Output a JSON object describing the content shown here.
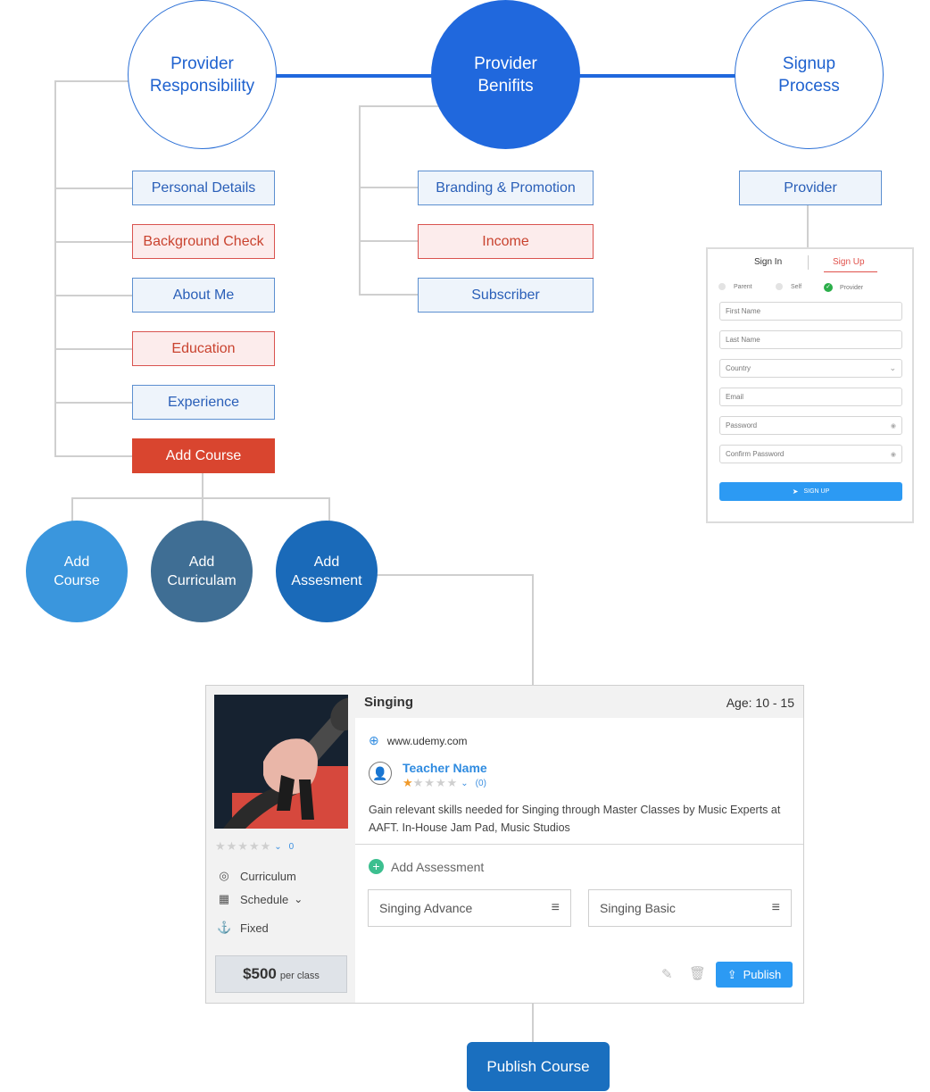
{
  "top": {
    "responsibility": {
      "line1": "Provider",
      "line2": "Responsibility"
    },
    "benefits": {
      "line1": "Provider",
      "line2": "Benifits"
    },
    "signup": {
      "line1": "Signup",
      "line2": "Process"
    }
  },
  "responsibility_items": {
    "personal": "Personal Details",
    "background": "Background Check",
    "about": "About Me",
    "education": "Education",
    "experience": "Experience",
    "add_course": "Add Course"
  },
  "benefit_items": {
    "branding": "Branding & Promotion",
    "income": "Income",
    "subscriber": "Subscriber"
  },
  "signup_items": {
    "provider": "Provider"
  },
  "course_steps": {
    "add_course": {
      "line1": "Add",
      "line2": "Course"
    },
    "curriculam": {
      "line1": "Add",
      "line2": "Curriculam"
    },
    "assesment": {
      "line1": "Add",
      "line2": "Assesment"
    }
  },
  "signup_panel": {
    "tab_sign_in": "Sign In",
    "tab_sign_up": "Sign Up",
    "radio_parent": "Parent",
    "radio_self": "Self",
    "radio_provider": "Provider",
    "first_name": "First Name",
    "last_name": "Last Name",
    "country": "Country",
    "email": "Email",
    "password": "Password",
    "confirm_password": "Confirm Password",
    "signup_button": "SIGN UP"
  },
  "course_card": {
    "title": "Singing",
    "age": "Age: 10 - 15",
    "website": "www.udemy.com",
    "teacher": "Teacher Name",
    "teacher_rating_count": "(0)",
    "teacher_rating": 1,
    "description": "Gain relevant skills needed for Singing through Master Classes by Music Experts at AAFT. In-House Jam Pad, Music Studios",
    "course_rating_count": "0",
    "curriculum": "Curriculum",
    "schedule": "Schedule",
    "fixed": "Fixed",
    "price": "$500",
    "price_unit": "per class",
    "add_assessment": "Add Assessment",
    "assessment_1": "Singing Advance",
    "assessment_2": "Singing Basic",
    "publish": "Publish"
  },
  "publish_course": "Publish Course",
  "colors": {
    "blue": "#2068dd",
    "red": "#d9452f",
    "button_blue": "#2c9af3",
    "publish": "#1a6fbf"
  }
}
